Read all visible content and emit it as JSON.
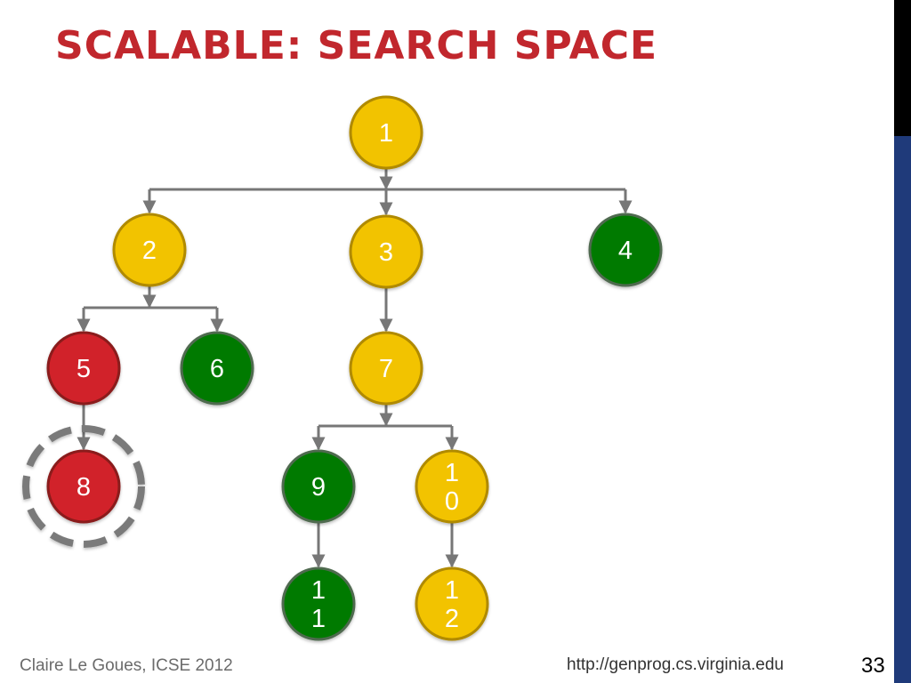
{
  "slide": {
    "title": "SCALABLE: SEARCH SPACE",
    "footer_left": "Claire Le Goues, ICSE 2012",
    "footer_url": "http://genprog.cs.virginia.edu",
    "page_number": "33"
  },
  "colors": {
    "title": "#c1272d",
    "yellow": "#f2c300",
    "green": "#007a00",
    "red": "#d1232a",
    "edge": "#777777"
  },
  "tree": {
    "nodes": [
      {
        "id": "1",
        "lines": [
          "1"
        ],
        "color": "yellow"
      },
      {
        "id": "2",
        "lines": [
          "2"
        ],
        "color": "yellow"
      },
      {
        "id": "3",
        "lines": [
          "3"
        ],
        "color": "yellow"
      },
      {
        "id": "4",
        "lines": [
          "4"
        ],
        "color": "green"
      },
      {
        "id": "5",
        "lines": [
          "5"
        ],
        "color": "red"
      },
      {
        "id": "6",
        "lines": [
          "6"
        ],
        "color": "green"
      },
      {
        "id": "7",
        "lines": [
          "7"
        ],
        "color": "yellow"
      },
      {
        "id": "8",
        "lines": [
          "8"
        ],
        "color": "red",
        "highlighted": true
      },
      {
        "id": "9",
        "lines": [
          "9"
        ],
        "color": "green"
      },
      {
        "id": "10",
        "lines": [
          "1",
          "0"
        ],
        "color": "yellow"
      },
      {
        "id": "11",
        "lines": [
          "1",
          "1"
        ],
        "color": "green"
      },
      {
        "id": "12",
        "lines": [
          "1",
          "2"
        ],
        "color": "yellow"
      }
    ],
    "edges": [
      {
        "from": "1",
        "to": [
          "2",
          "3",
          "4"
        ]
      },
      {
        "from": "2",
        "to": [
          "5",
          "6"
        ]
      },
      {
        "from": "3",
        "to": [
          "7"
        ]
      },
      {
        "from": "5",
        "to": [
          "8"
        ]
      },
      {
        "from": "7",
        "to": [
          "9",
          "10"
        ]
      },
      {
        "from": "9",
        "to": [
          "11"
        ]
      },
      {
        "from": "10",
        "to": [
          "12"
        ]
      }
    ]
  }
}
